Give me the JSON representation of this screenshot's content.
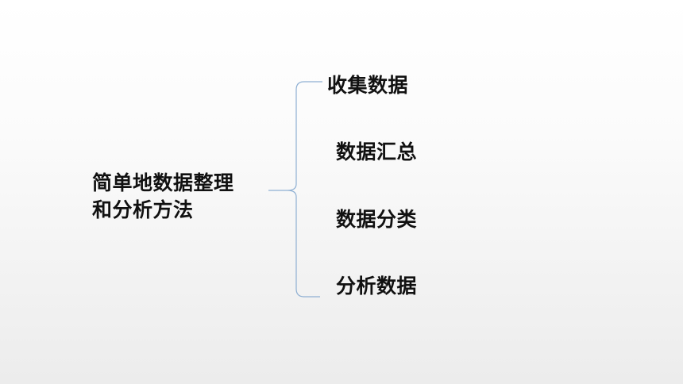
{
  "main_topic": {
    "line1": "简单地数据整理",
    "line2": "和分析方法"
  },
  "branches": [
    {
      "label": "收集数据"
    },
    {
      "label": "数据汇总"
    },
    {
      "label": "数据分类"
    },
    {
      "label": "分析数据"
    }
  ],
  "brace_color": "#8fb0d3"
}
